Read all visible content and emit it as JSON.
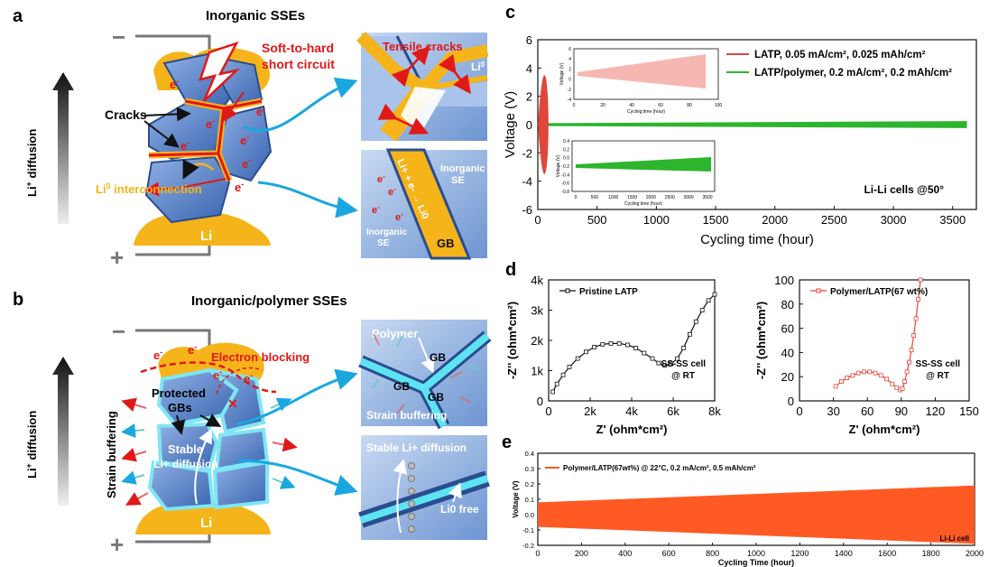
{
  "panel_a": {
    "letter": "a",
    "title": "Inorganic SSEs",
    "side_label_prefix": "Li",
    "side_label_sup": "+",
    "side_label_suffix": " diffusion",
    "minus": "−",
    "plus": "+",
    "short_circuit_line1": "Soft-to-hard",
    "short_circuit_line2": "short circuit",
    "cracks": "Cracks",
    "electron": "e",
    "electron_sup": "-",
    "interconnection": "Li",
    "interconnection_sup": "0",
    "interconnection_suffix": " interconnection",
    "li": "Li",
    "inset1_title": "Tensile cracks",
    "inset1_li0": "Li",
    "inset1_li0_sup": "0",
    "inset2_inorganic_top1": "Inorganic",
    "inset2_inorganic_top2": "SE",
    "inset2_inorganic_bottom1": "Inorganic",
    "inset2_inorganic_bottom2": "SE",
    "inset2_reaction": "Li+ + e- → Li0",
    "inset2_gb": "GB"
  },
  "panel_b": {
    "letter": "b",
    "title": "Inorganic/polymer SSEs",
    "side_label_prefix": "Li",
    "side_label_sup": "+",
    "side_label_suffix": " diffusion",
    "strain_buffering_vertical": "Strain buffering",
    "electron_blocking": "Electron blocking",
    "protected_line1": "Protected",
    "protected_line2": "GBs",
    "stable_line1": "Stable",
    "stable_line2": "Li+ diffusion",
    "li": "Li",
    "inset1_polymer": "Polymer",
    "inset1_gb": "GB",
    "inset1_strain": "Strain buffering",
    "inset2_title": "Stable Li+ diffusion",
    "inset2_li0free": "Li0 free",
    "minus": "−",
    "plus": "+",
    "electron": "e",
    "electron_sup": "-"
  },
  "colors": {
    "li_gold": "#f5b41a",
    "grain_blue": "#4a78c4",
    "grain_dark": "#2a4d8f",
    "crack_red": "#e01818",
    "arrow_cyan": "#1aa7e0",
    "green": "#2db52d",
    "orange": "#ff5a24",
    "red_line": "#e0463a"
  },
  "chart_data": [
    {
      "id": "c",
      "type": "line",
      "letter": "c",
      "xlabel": "Cycling time (hour)",
      "ylabel": "Voltage (V)",
      "xlim": [
        0,
        3700
      ],
      "ylim": [
        -6,
        6
      ],
      "xticks": [
        0,
        500,
        1000,
        1500,
        2000,
        2500,
        3000,
        3500
      ],
      "yticks": [
        -6,
        -4,
        -2,
        0,
        2,
        4,
        6
      ],
      "annotation": "Li-Li cells @50°",
      "series": [
        {
          "name": "LATP, 0.05 mA/cm², 0.025 mAh/cm²",
          "color": "#e0463a",
          "x_end": 90,
          "amplitude": 5.8
        },
        {
          "name": "LATP/polymer, 0.2 mA/cm², 0.2 mAh/cm²",
          "color": "#2db52d",
          "x_end": 3620,
          "amplitude_start": 0.1,
          "amplitude_end": 0.25
        }
      ],
      "inset_top": {
        "xlabel": "Cycling time (hour)",
        "ylabel": "Voltage (V)",
        "xticks": [
          0,
          20,
          40,
          60,
          80,
          100
        ],
        "yticks": [
          -4,
          -2,
          0,
          2,
          4,
          6
        ]
      },
      "inset_bottom": {
        "xlabel": "Cycling time (hour)",
        "ylabel": "Voltage (V)",
        "xticks": [
          0,
          500,
          1000,
          1500,
          2000,
          2500,
          3000,
          3500
        ],
        "yticks": [
          -0.8,
          -0.6,
          -0.4,
          -0.2,
          0.0,
          0.2,
          0.4
        ]
      }
    },
    {
      "id": "d1",
      "type": "scatter",
      "letter": "d",
      "legend": "Pristine LATP",
      "xlabel": "Z' (ohm*cm²)",
      "ylabel": "-Z'' (ohm*cm²)",
      "xlim": [
        0,
        8000
      ],
      "ylim": [
        0,
        4000
      ],
      "xtick_labels": [
        "0",
        "2k",
        "4k",
        "6k",
        "8k"
      ],
      "ytick_labels": [
        "0",
        "1k",
        "2k",
        "3k",
        "4k"
      ],
      "annotation_line1": "SS-SS cell",
      "annotation_line2": "@ RT",
      "points": [
        [
          200,
          300
        ],
        [
          400,
          560
        ],
        [
          700,
          860
        ],
        [
          1000,
          1120
        ],
        [
          1400,
          1400
        ],
        [
          1800,
          1620
        ],
        [
          2200,
          1780
        ],
        [
          2600,
          1870
        ],
        [
          3000,
          1900
        ],
        [
          3400,
          1900
        ],
        [
          3800,
          1850
        ],
        [
          4200,
          1750
        ],
        [
          4600,
          1580
        ],
        [
          5000,
          1400
        ],
        [
          5300,
          1250
        ],
        [
          5600,
          1170
        ],
        [
          5900,
          1220
        ],
        [
          6200,
          1400
        ],
        [
          6500,
          1750
        ],
        [
          6800,
          2200
        ],
        [
          7100,
          2620
        ],
        [
          7400,
          3000
        ],
        [
          7700,
          3320
        ],
        [
          8000,
          3520
        ]
      ]
    },
    {
      "id": "d2",
      "type": "scatter",
      "legend": "Polymer/LATP(67 wt%)",
      "xlabel": "Z' (ohm*cm²)",
      "ylabel": "-Z'' (ohm*cm²)",
      "xlim": [
        0,
        150
      ],
      "ylim": [
        0,
        100
      ],
      "xtick_labels": [
        "0",
        "30",
        "60",
        "90",
        "120",
        "150"
      ],
      "ytick_labels": [
        "0",
        "20",
        "40",
        "60",
        "80",
        "100"
      ],
      "annotation_line1": "SS-SS cell",
      "annotation_line2": "@ RT",
      "points": [
        [
          32,
          12
        ],
        [
          37,
          16
        ],
        [
          42,
          19
        ],
        [
          47,
          21
        ],
        [
          52,
          23
        ],
        [
          57,
          24
        ],
        [
          62,
          24
        ],
        [
          67,
          23
        ],
        [
          72,
          21
        ],
        [
          77,
          18
        ],
        [
          82,
          14
        ],
        [
          86,
          11
        ],
        [
          89,
          9
        ],
        [
          91,
          10
        ],
        [
          93,
          16
        ],
        [
          95,
          24
        ],
        [
          97,
          32
        ],
        [
          99,
          42
        ],
        [
          101,
          54
        ],
        [
          103,
          68
        ],
        [
          105,
          84
        ],
        [
          107,
          100
        ]
      ]
    },
    {
      "id": "e",
      "type": "line",
      "letter": "e",
      "xlabel": "Cycling Time (hour)",
      "ylabel": "Voltage (V)",
      "xlim": [
        0,
        2000
      ],
      "ylim": [
        -0.2,
        0.4
      ],
      "xticks": [
        0,
        200,
        400,
        600,
        800,
        1000,
        1200,
        1400,
        1600,
        1800,
        2000
      ],
      "yticks": [
        -0.2,
        -0.1,
        0.0,
        0.1,
        0.2,
        0.3,
        0.4
      ],
      "annotation": "Li-Li cell",
      "series": [
        {
          "name": "Polymer/LATP(67wt%) @ 22°C, 0.2 mA/cm², 0.5 mAh/cm²",
          "color": "#ff5a24",
          "amplitude_start": 0.08,
          "amplitude_end": 0.19
        }
      ]
    }
  ]
}
